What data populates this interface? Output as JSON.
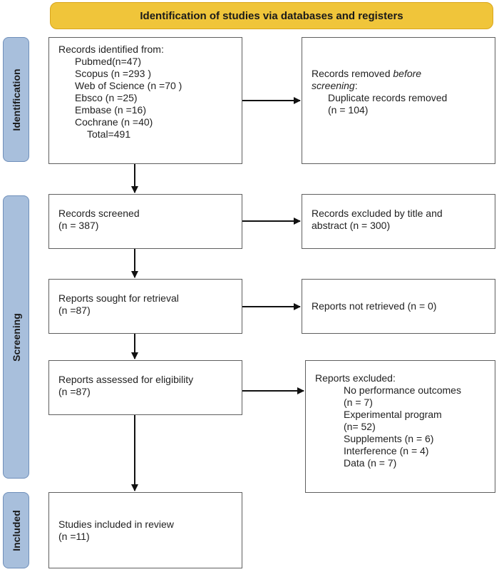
{
  "header": {
    "title": "Identification of studies via databases and registers"
  },
  "phases": {
    "identification": "Identification",
    "screening": "Screening",
    "included": "Included"
  },
  "identification_box": {
    "title": "Records identified from:",
    "sources": [
      "Pubmed(n=47)",
      "Scopus (n =293 )",
      "Web of Science (n =70 )",
      "Ebsco (n =25)",
      "Embase (n =16)",
      "Cochrane (n =40)"
    ],
    "total": "Total=491"
  },
  "removed_box": {
    "line1_prefix": "Records removed ",
    "line1_emphasis": "before",
    "line2_emphasis": "screening",
    "line2_suffix": ":",
    "detail": "Duplicate records removed",
    "count": "(n = 104)"
  },
  "screened_box": {
    "title": "Records screened",
    "count": "(n = 387)"
  },
  "excluded_title_box": {
    "line1": "Records excluded by title and",
    "line2": "abstract (n = 300)"
  },
  "retrieval_box": {
    "title": "Reports sought for retrieval",
    "count": "(n =87)"
  },
  "not_retrieved_box": {
    "text": "Reports not retrieved (n = 0)"
  },
  "eligibility_box": {
    "title": "Reports assessed for eligibility",
    "count": "(n =87)"
  },
  "reports_excluded_box": {
    "title": "Reports excluded:",
    "reasons": [
      "No performance outcomes",
      "(n = 7)",
      "Experimental program",
      "(n= 52)",
      "Supplements (n = 6)",
      "Interference (n = 4)",
      "Data (n = 7)"
    ]
  },
  "included_box": {
    "title": "Studies included in review",
    "count": "(n =11)"
  }
}
